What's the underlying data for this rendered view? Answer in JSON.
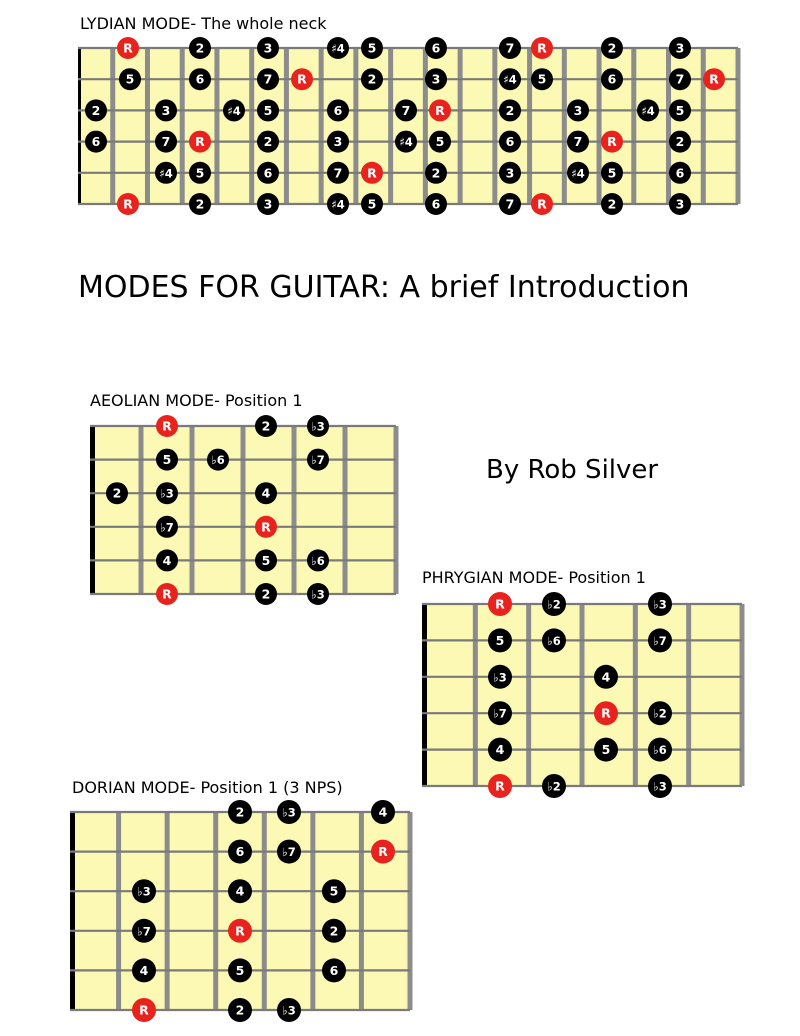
{
  "main_title": "MODES FOR GUITAR: A brief Introduction",
  "author": "By Rob Silver",
  "colors": {
    "fretboard": "#fbf9b4",
    "fret": "#8c8c8c",
    "string": "#7a7a7a",
    "nut": "#000000",
    "note": "#000000",
    "root": "#e8231d",
    "note_text": "#ffffff"
  },
  "diagrams": [
    {
      "id": "lydian",
      "label": "LYDIAN MODE- The whole neck",
      "frets": 19,
      "notes": [
        [
          "R",
          "2",
          "3",
          "#4",
          "5",
          "6",
          "7",
          "R",
          "2",
          "3"
        ],
        [
          "5",
          "6",
          "7",
          "R",
          "2",
          "3",
          "#4",
          "5",
          "6",
          "7",
          "R"
        ],
        [
          "2",
          "3",
          "#4",
          "5",
          "6",
          "7",
          "R",
          "2",
          "3",
          "#4",
          "5"
        ],
        [
          "6",
          "7",
          "R",
          "2",
          "3",
          "#4",
          "5",
          "6",
          "7",
          "R",
          "2"
        ],
        [
          "#4",
          "5",
          "6",
          "7",
          "R",
          "2",
          "3",
          "#4",
          "5",
          "6"
        ],
        [
          "R",
          "2",
          "3",
          "#4",
          "5",
          "6",
          "7",
          "R",
          "2",
          "3"
        ]
      ]
    },
    {
      "id": "aeolian",
      "label": "AEOLIAN MODE- Position 1",
      "frets": 6,
      "notes": [
        [
          "R",
          "2",
          "b3"
        ],
        [
          "5",
          "b6",
          "b7"
        ],
        [
          "2",
          "b3",
          "4"
        ],
        [
          "b7",
          "R"
        ],
        [
          "4",
          "5",
          "b6"
        ],
        [
          "R",
          "2",
          "b3"
        ]
      ]
    },
    {
      "id": "phrygian",
      "label": "PHRYGIAN MODE- Position 1",
      "frets": 6,
      "notes": [
        [
          "R",
          "b2",
          "b3"
        ],
        [
          "5",
          "b6",
          "b7"
        ],
        [
          "b3",
          "4"
        ],
        [
          "b7",
          "R",
          "b2"
        ],
        [
          "4",
          "5",
          "b6"
        ],
        [
          "R",
          "b2",
          "b3"
        ]
      ]
    },
    {
      "id": "dorian",
      "label": "DORIAN MODE- Position 1 (3 NPS)",
      "frets": 7,
      "notes": [
        [
          "2",
          "b3",
          "4"
        ],
        [
          "6",
          "b7",
          "R"
        ],
        [
          "b3",
          "4",
          "5"
        ],
        [
          "b7",
          "R",
          "2"
        ],
        [
          "4",
          "5",
          "6"
        ],
        [
          "R",
          "2",
          "b3"
        ]
      ]
    }
  ]
}
